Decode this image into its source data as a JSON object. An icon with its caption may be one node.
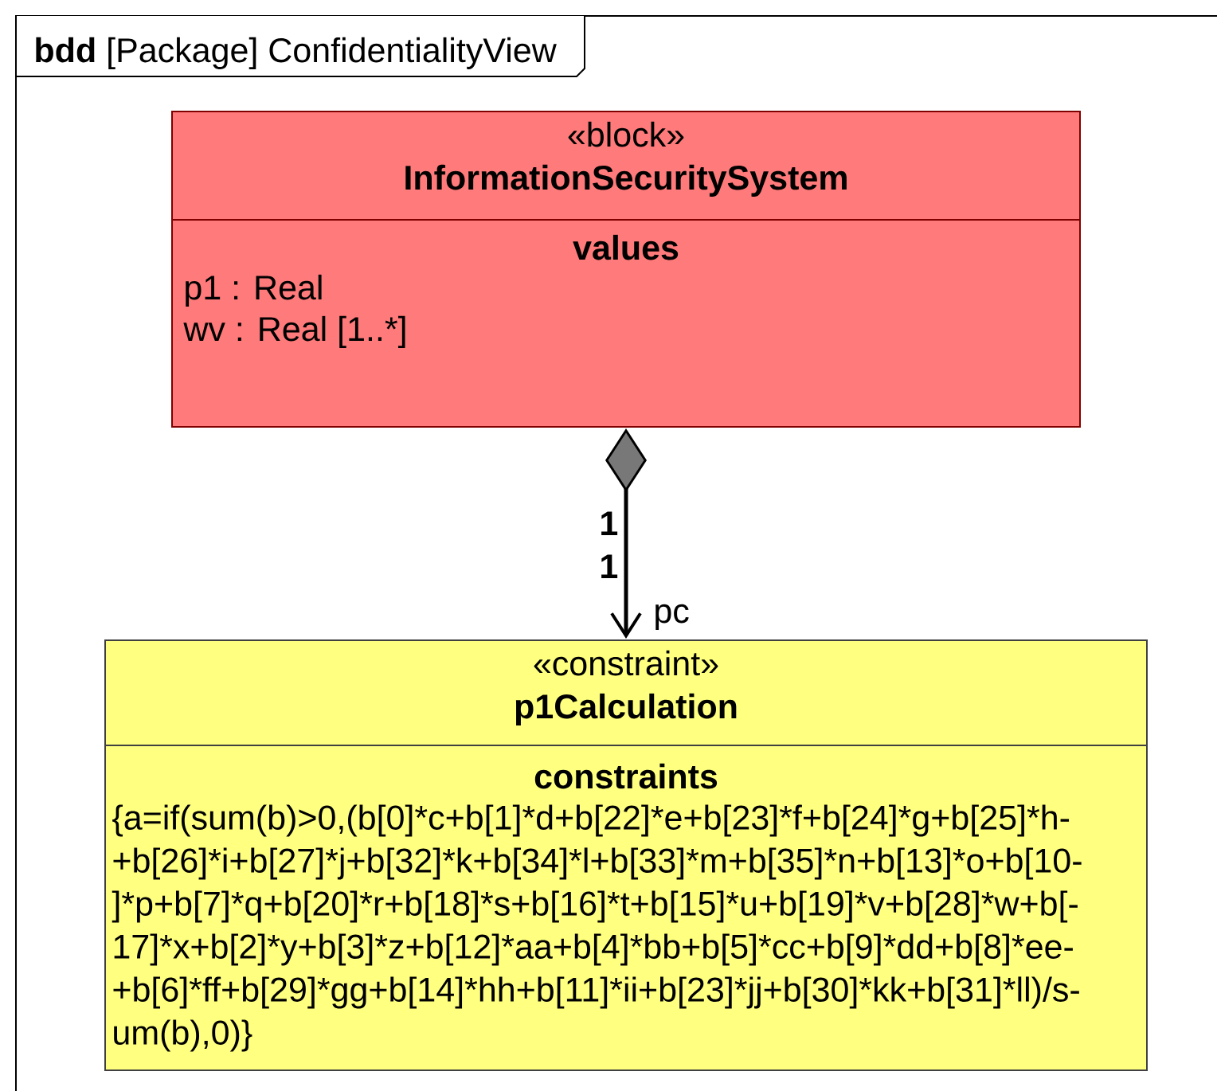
{
  "diagram": {
    "title": "**bdd** [Package] ConfidentialityView",
    "nodes": [
      {
        "text": [
          "«block»",
          "InformationSecuritySystem",
          "values",
          "p1 : Real",
          "wv : Real [1..*]"
        ]
      },
      {
        "text": [
          "«constraint»",
          "p1Calculation",
          "constraints",
          "{a=if(sum(b)>0,(b[0]*c+b[1]*d+b[22]*e+b[23]*f+b[24]*g+b[25]*h- +b[26]*i+b[27]*j+b[32]*k+b[34]*l+b[33]*m+b[35]*n+b[13]*o+b[10- ]*p+b[7]*q+b[20]*r+b[18]*s+b[16]*t+b[15]*u+b[19]*v+b[28]*w+b[- 17]*x+b[2]*y+b[3]*z+b[12]*aa+b[4]*bb+b[5]*cc+b[9]*dd+b[8]*ee- +b[6]*ff+b[29]*gg+b[14]*hh+b[11]*ii+b[23]*jj+b[30]*kk+b[31]*ll)/s- um(b),0)}"
        ]
      }
    ],
    "edges": [
      {
        "from": 0,
        "to": 1,
        "arrow": "to"
      }
    ],
    "labels": [
      "1",
      "1",
      "pc"
    ]
  }
}
